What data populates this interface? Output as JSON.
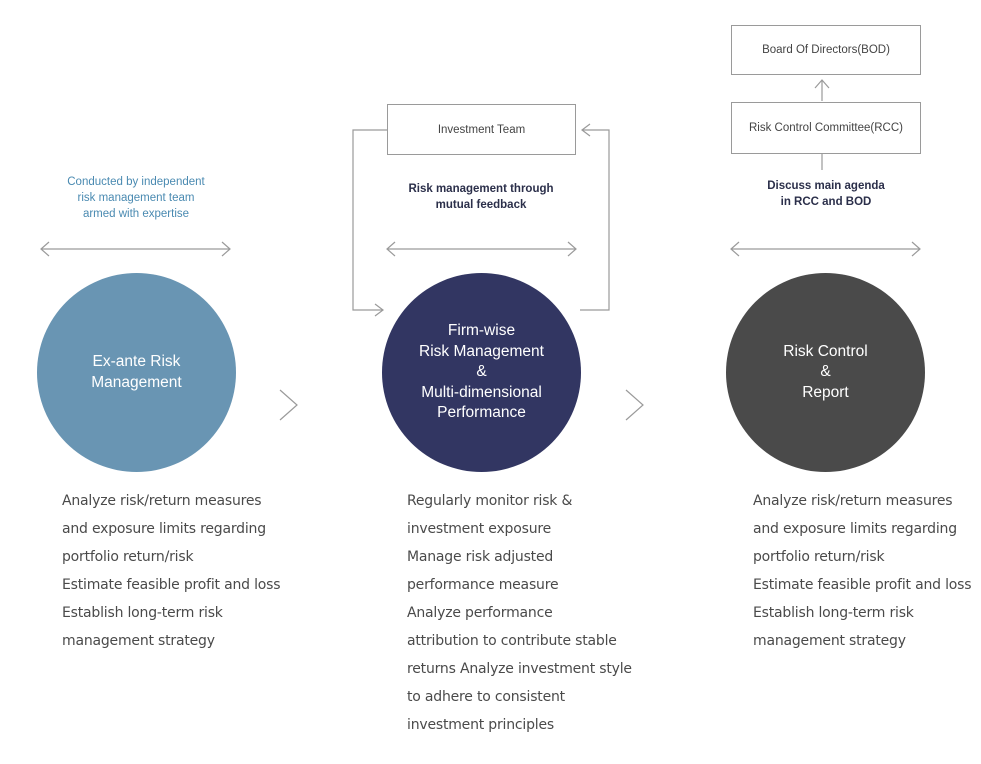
{
  "colors": {
    "ex_ante": "#6995b3",
    "firm_wise": "#323662",
    "risk_control": "#4a4a4a",
    "connector": "#9a9a9a",
    "caption_blue": "#4a8ab1"
  },
  "column1": {
    "caption": "Conducted by independent\nrisk management team\narmed with expertise",
    "circle_label": "Ex-ante Risk\nManagement",
    "description": "Analyze risk/return measures\nand exposure limits regarding\nportfolio return/risk\nEstimate feasible profit and loss\nEstablish long-term risk\nmanagement strategy"
  },
  "column2": {
    "box_label": "Investment Team",
    "caption": "Risk management through\nmutual feedback",
    "circle_label": "Firm-wise\nRisk Management\n&\nMulti-dimensional\nPerformance",
    "description": "Regularly monitor risk &\ninvestment exposure\nManage risk adjusted\nperformance measure\nAnalyze performance\nattribution to contribute stable\nreturns Analyze investment style\nto adhere to consistent\ninvestment principles"
  },
  "column3": {
    "box_top_label": "Board Of Directors(BOD)",
    "box_mid_label": "Risk Control Committee(RCC)",
    "caption": "Discuss main agenda\nin RCC and BOD",
    "circle_label": "Risk Control\n&\nReport",
    "description": "Analyze risk/return measures\nand exposure limits regarding\nportfolio return/risk\nEstimate feasible profit and loss\nEstablish long-term risk\nmanagement strategy"
  },
  "icons": {
    "step_arrow": "chevron-right-icon",
    "range_arrow": "double-headed-arrow-icon",
    "up_arrow": "arrow-up-icon"
  }
}
